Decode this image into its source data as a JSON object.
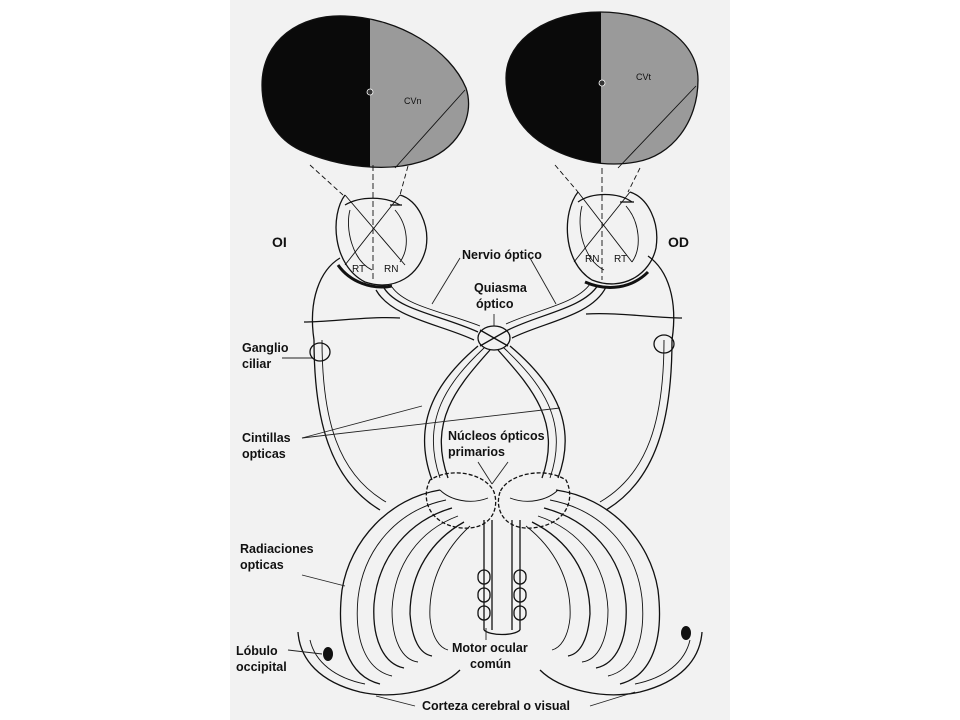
{
  "labels": {
    "cvn": "CVn",
    "cvt": "CVt",
    "oi": "OI",
    "od": "OD",
    "rt_left": "RT",
    "rn_left": "RN",
    "rn_right": "RN",
    "rt_right": "RT",
    "nervio_optico": "Nervio óptico",
    "quiasma_1": "Quiasma",
    "quiasma_2": "óptico",
    "ganglio_1": "Ganglio",
    "ganglio_2": "ciliar",
    "cintillas_1": "Cintillas",
    "cintillas_2": "opticas",
    "nucleos_1": "Núcleos ópticos",
    "nucleos_2": "primarios",
    "radiaciones_1": "Radiaciones",
    "radiaciones_2": "opticas",
    "lobulo_1": "Lóbulo",
    "lobulo_2": "occipital",
    "motor_1": "Motor ocular",
    "motor_2": "común",
    "corteza": "Corteza cerebral o visual"
  },
  "colors": {
    "page_background": "#ffffff",
    "panel_background": "#f2f2f2",
    "field_dark": "#0a0a0a",
    "field_gray": "#9a9a9a",
    "ink": "#111111"
  }
}
